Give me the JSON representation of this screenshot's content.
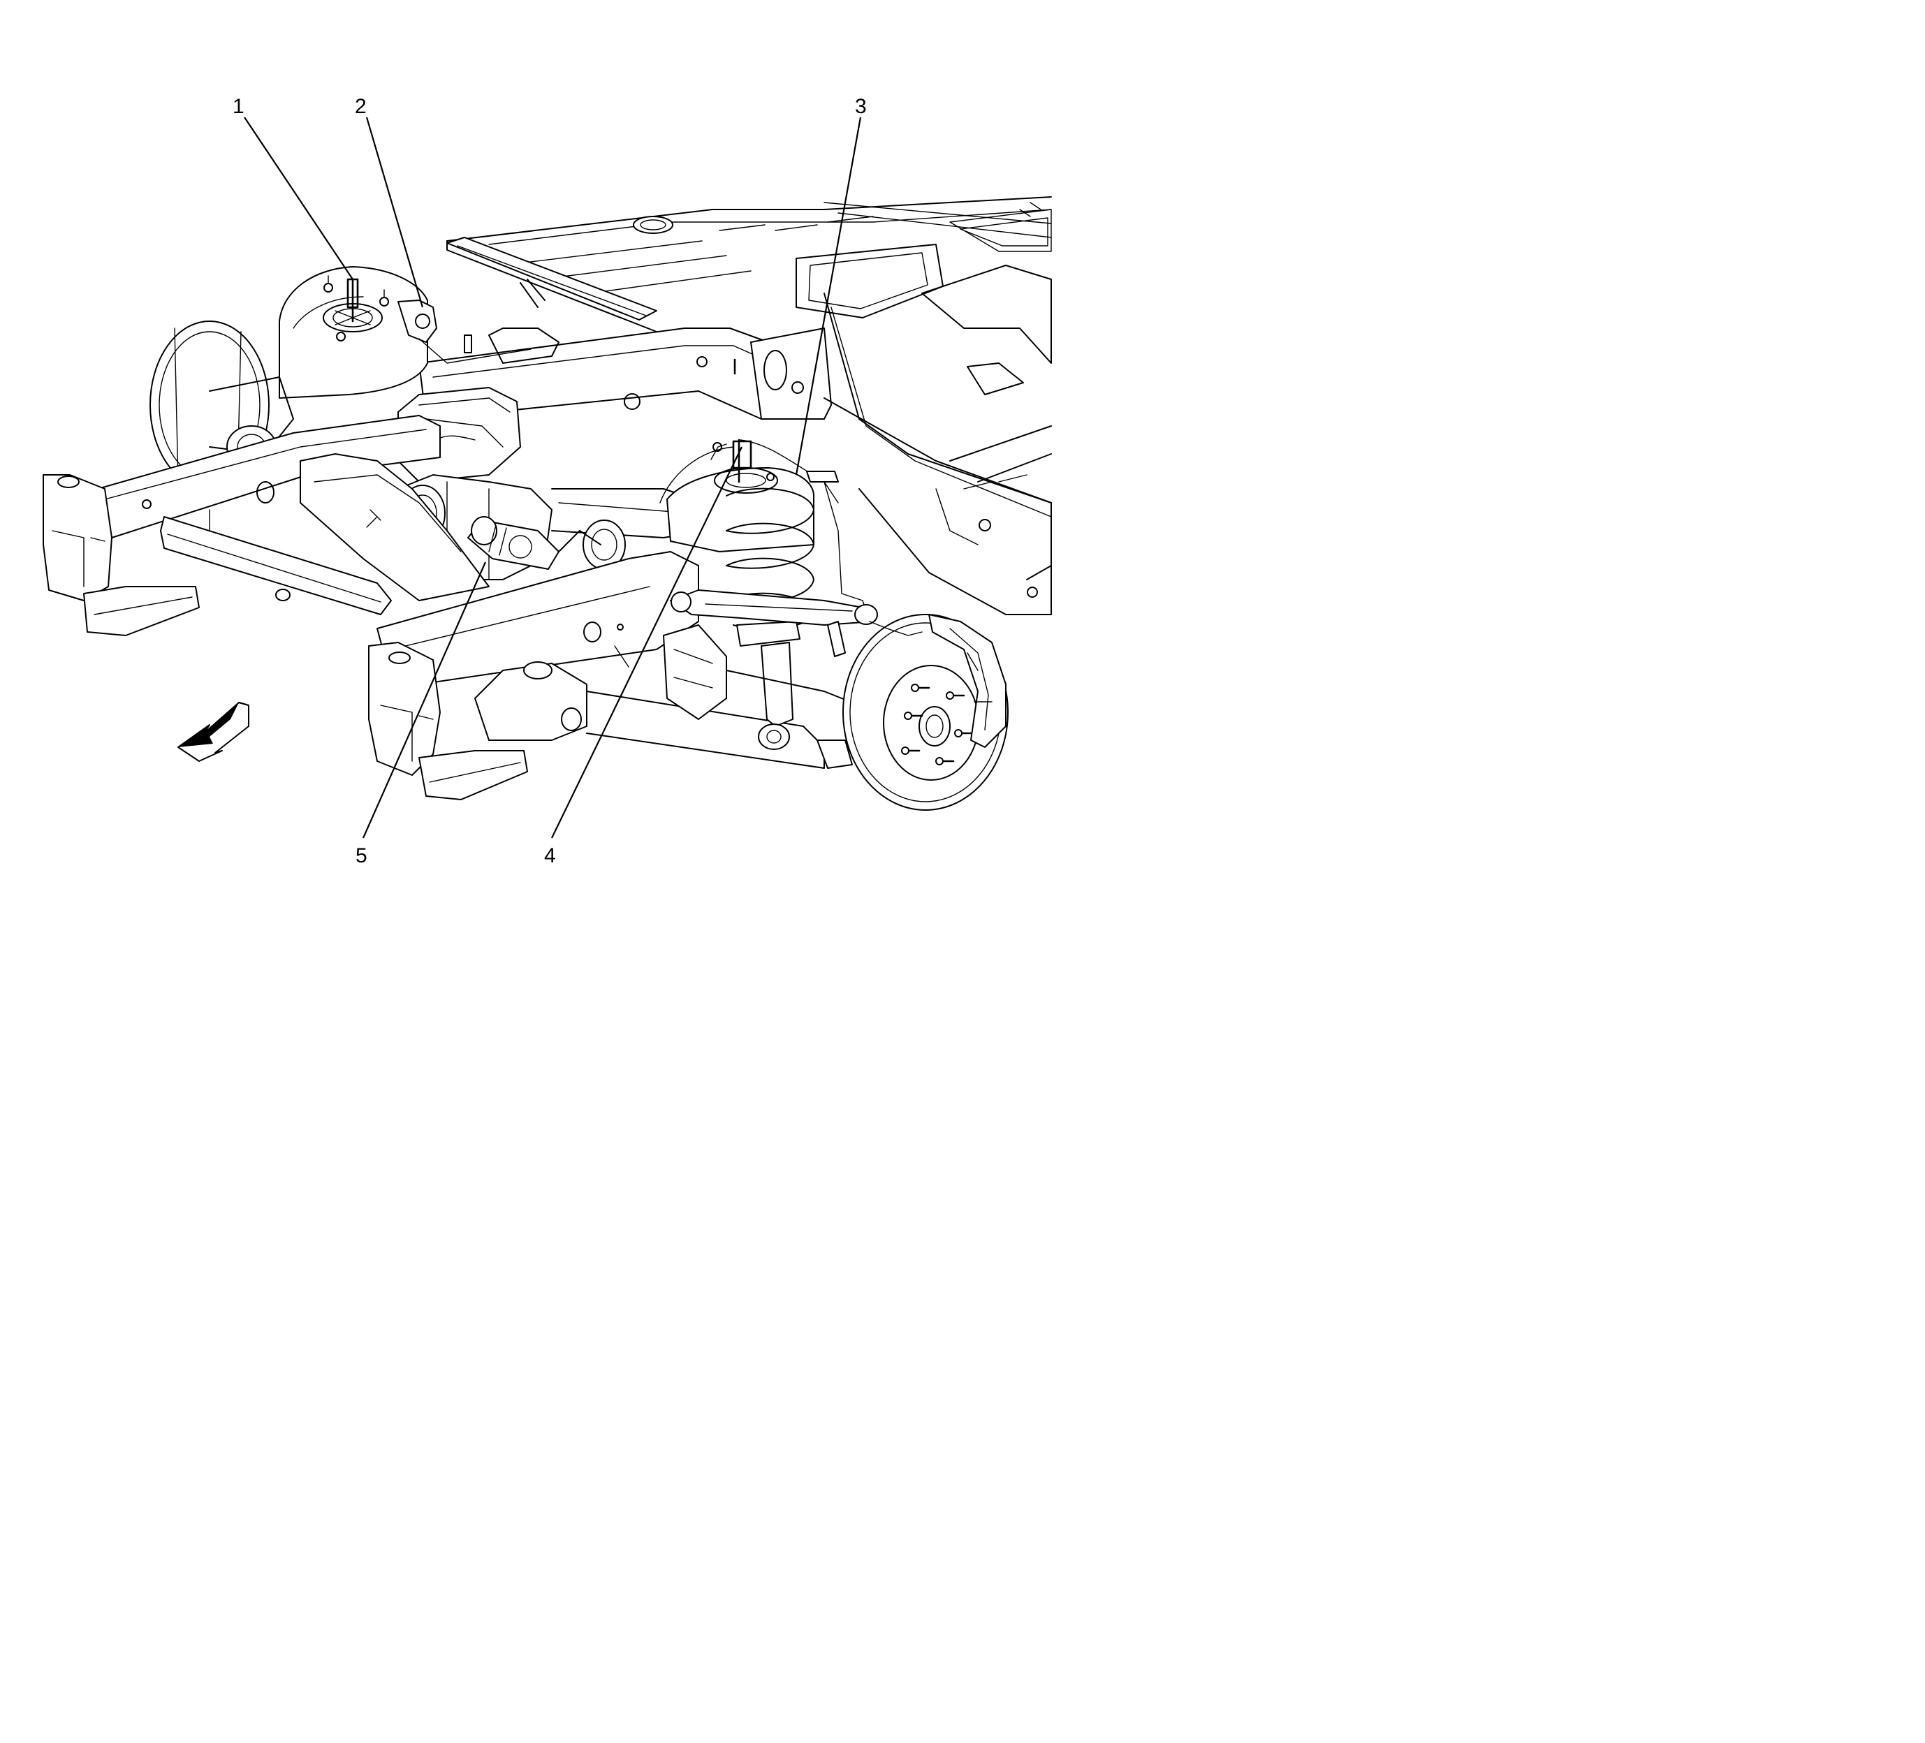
{
  "callouts": [
    {
      "id": 1,
      "label": "1"
    },
    {
      "id": 2,
      "label": "2"
    },
    {
      "id": 3,
      "label": "3"
    },
    {
      "id": 4,
      "label": "4"
    },
    {
      "id": 5,
      "label": "5"
    }
  ],
  "indicators": {
    "direction_arrow": "front-of-vehicle-arrow"
  }
}
